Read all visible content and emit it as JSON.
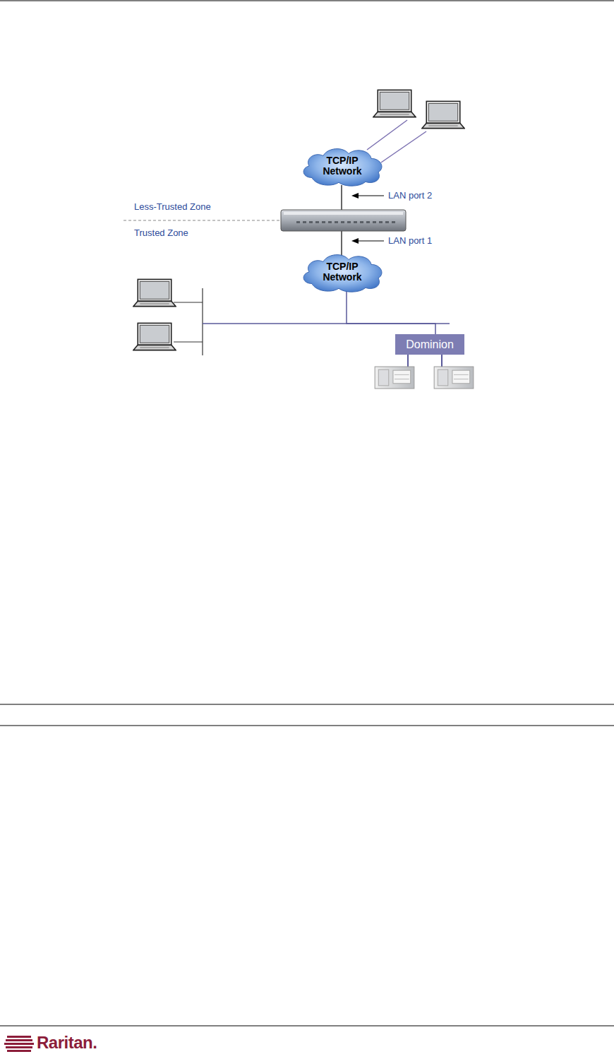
{
  "diagram": {
    "nodes": [
      {
        "text": [
          "TCP/IP Network"
        ]
      },
      {
        "text": [
          "TCP/IP Network"
        ]
      },
      {
        "text": [
          "Dominion"
        ]
      }
    ],
    "edges": [
      {
        "from": 1,
        "to": 2,
        "arrow": "none"
      }
    ],
    "labels": [
      "LAN port 2",
      "Less-Trusted Zone",
      "Trusted Zone",
      "LAN port 1",
      "Raritan."
    ]
  }
}
